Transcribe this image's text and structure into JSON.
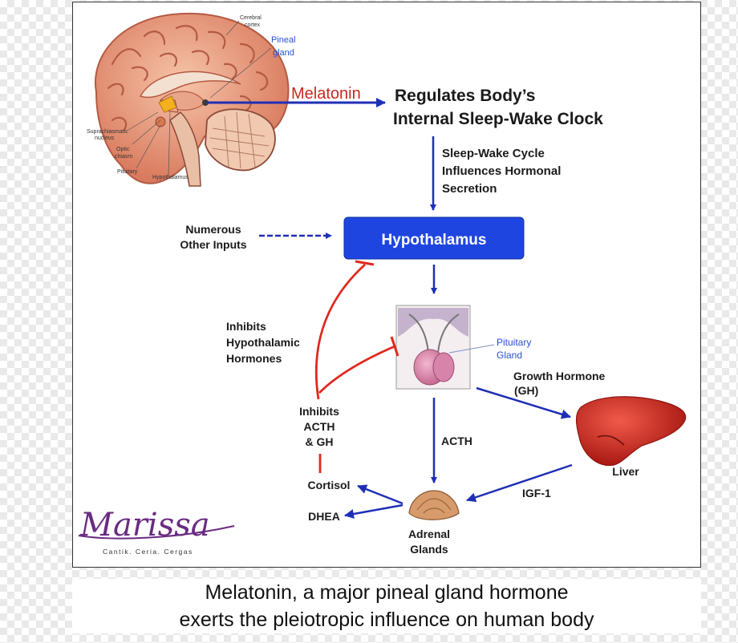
{
  "diagram": {
    "brain_labels": {
      "cerebral_cortex": "Cerebral cortex",
      "pineal_gland_line1": "Pineal",
      "pineal_gland_line2": "gland",
      "suprachiasmatic_nucleus_line1": "Suprachiasmatic",
      "suprachiasmatic_nucleus_line2": "nucleus",
      "optic_chiasm_line1": "Optic",
      "optic_chiasm_line2": "chiasm",
      "pituitary": "Pituitary",
      "hypothalamus": "Hypothalamus"
    },
    "melatonin": "Melatonin",
    "regulates_line1": "Regulates Body’s",
    "regulates_line2": "Internal Sleep-Wake Clock",
    "sleep_wake_line1": "Sleep-Wake Cycle",
    "sleep_wake_line2": "Influences Hormonal",
    "sleep_wake_line3": "Secretion",
    "numerous_line1": "Numerous",
    "numerous_line2": "Other Inputs",
    "hypothalamus_box": "Hypothalamus",
    "inhibits_hypo_line1": "Inhibits",
    "inhibits_hypo_line2": "Hypothalamic",
    "inhibits_hypo_line3": "Hormones",
    "pituitary_line1": "Pituitary",
    "pituitary_line2": "Gland",
    "growth_hormone_line1": "Growth Hormone",
    "growth_hormone_line2": "(GH)",
    "inhibits_acth_line1": "Inhibits",
    "inhibits_acth_line2": "ACTH",
    "inhibits_acth_line3": "& GH",
    "acth": "ACTH",
    "liver": "Liver",
    "igf1": "IGF-1",
    "cortisol": "Cortisol",
    "dhea": "DHEA",
    "adrenal_line1": "Adrenal",
    "adrenal_line2": "Glands",
    "logo_text": "Marissa",
    "logo_tagline": "Cantik. Ceria. Cergas"
  },
  "caption": {
    "line1": "Melatonin, a major pineal gland hormone",
    "line2": "exerts the pleiotropic influence on human body"
  },
  "colors": {
    "arrow_blue": "#1f2fb5",
    "inhibit_red": "#e0281f",
    "hypothalamus_box": "#1f45e0",
    "melatonin_text": "#c62a1f",
    "logo_purple": "#6a2b82"
  }
}
